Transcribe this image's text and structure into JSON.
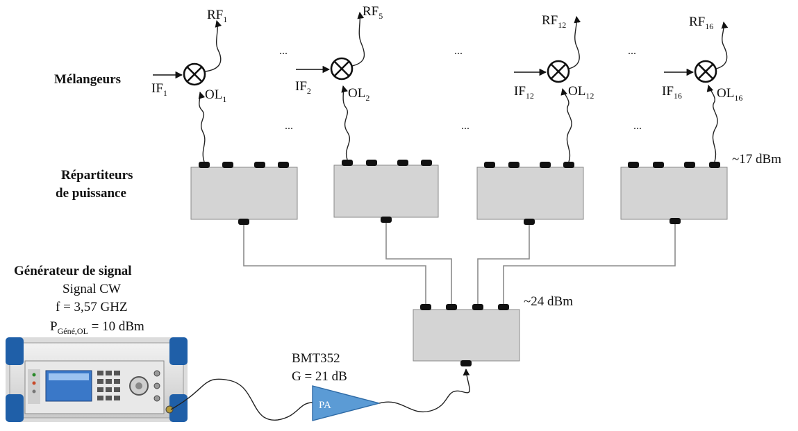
{
  "labels": {
    "mixers": "Mélangeurs",
    "splitters_line1": "Répartiteurs",
    "splitters_line2": "de puissance",
    "power_top": "~17 dBm",
    "power_bottom": "~24 dBm",
    "ellipsis": "..."
  },
  "generator": {
    "title": "Générateur de signal",
    "line1": "Signal CW",
    "line2": "f = 3,57 GHZ",
    "power_prefix": "P",
    "power_sub": "Géné,OL",
    "power_value": " =  10 dBm"
  },
  "amplifier": {
    "model": "BMT352",
    "gain": "G = 21 dB",
    "symbol": "PA"
  },
  "mixers": [
    {
      "rf": "RF",
      "rf_sub": "1",
      "if": "IF",
      "if_sub": "1",
      "ol": "OL",
      "ol_sub": "1"
    },
    {
      "rf": "RF",
      "rf_sub": "5",
      "if": "IF",
      "if_sub": "2",
      "ol": "OL",
      "ol_sub": "2"
    },
    {
      "rf": "RF",
      "rf_sub": "12",
      "if": "IF",
      "if_sub": "12",
      "ol": "OL",
      "ol_sub": "12"
    },
    {
      "rf": "RF",
      "rf_sub": "16",
      "if": "IF",
      "if_sub": "16",
      "ol": "OL",
      "ol_sub": "16"
    }
  ],
  "colors": {
    "splitter_fill": "#d4d4d4",
    "amplifier_fill": "#5b9bd5",
    "wire": "#8c8c8c",
    "generator_blue": "#1f5fa8"
  }
}
